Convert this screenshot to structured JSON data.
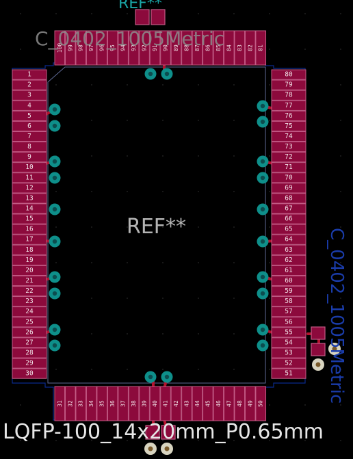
{
  "colors": {
    "background": "#000000",
    "pad_fill": "#8c0a3c",
    "pad_stroke": "#c25a85",
    "pad_text": "#f0e0e6",
    "via_ring": "#0e8f8a",
    "via_hole": "#0c4d4f",
    "track": "#b4122e",
    "silk_text": "#b4b4b4",
    "courtyard": "#0a2a8c",
    "fab": "#aab0c4",
    "ref_cyan": "#1aa6a6",
    "through_pad_ring": "#d8d4c0",
    "through_pad_hole": "#7a5a2a"
  },
  "footprint": {
    "reference": "REF**",
    "value_top": "C_0402_1005Metric",
    "value_bottom": "LQFP-100_14x20mm_P0.65mm",
    "value_right": "C_0402_1005Metric",
    "ref_top_small": "REF**"
  },
  "pins": {
    "left": [
      "1",
      "2",
      "3",
      "4",
      "5",
      "6",
      "7",
      "8",
      "9",
      "10",
      "11",
      "12",
      "13",
      "14",
      "15",
      "16",
      "17",
      "18",
      "19",
      "20",
      "21",
      "22",
      "23",
      "24",
      "25",
      "26",
      "27",
      "28",
      "29",
      "30"
    ],
    "bottom": [
      "31",
      "32",
      "33",
      "34",
      "35",
      "36",
      "37",
      "38",
      "39",
      "40",
      "41",
      "42",
      "43",
      "44",
      "45",
      "46",
      "47",
      "48",
      "49",
      "50"
    ],
    "right": [
      "80",
      "79",
      "78",
      "77",
      "76",
      "75",
      "74",
      "73",
      "72",
      "71",
      "70",
      "69",
      "68",
      "67",
      "66",
      "65",
      "64",
      "63",
      "62",
      "61",
      "60",
      "59",
      "58",
      "57",
      "56",
      "55",
      "54",
      "53",
      "52",
      "51"
    ],
    "top": [
      "100",
      "99",
      "98",
      "97",
      "96",
      "95",
      "94",
      "93",
      "92",
      "91",
      "90",
      "89",
      "88",
      "87",
      "86",
      "85",
      "84",
      "83",
      "82",
      "81"
    ]
  }
}
